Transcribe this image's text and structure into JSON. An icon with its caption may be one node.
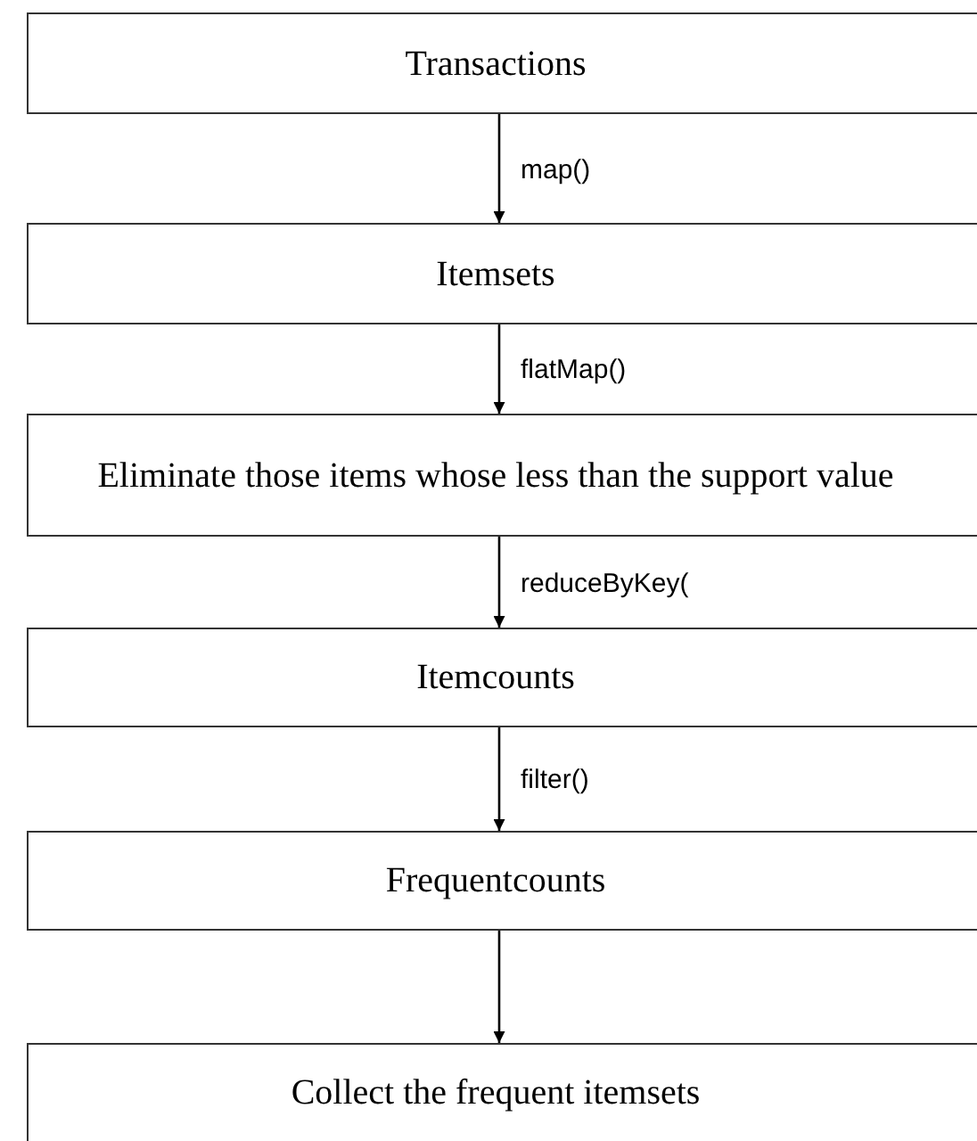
{
  "diagram": {
    "nodes": [
      {
        "text": [
          "Transactions"
        ]
      },
      {
        "text": [
          "Itemsets"
        ]
      },
      {
        "text": [
          "Eliminate those items whose less than the support value"
        ]
      },
      {
        "text": [
          "Itemcounts"
        ]
      },
      {
        "text": [
          "Frequentcounts"
        ]
      },
      {
        "text": [
          "Collect the frequent itemsets"
        ]
      }
    ],
    "edges": [
      {
        "from": 0,
        "to": 1,
        "arrow": "to",
        "label": "map()"
      },
      {
        "from": 1,
        "to": 2,
        "arrow": "to",
        "label": "flatMap()"
      },
      {
        "from": 2,
        "to": 3,
        "arrow": "to",
        "label": "reduceByKey("
      },
      {
        "from": 3,
        "to": 4,
        "arrow": "to",
        "label": "filter()"
      },
      {
        "from": 4,
        "to": 5,
        "arrow": "to"
      }
    ]
  }
}
